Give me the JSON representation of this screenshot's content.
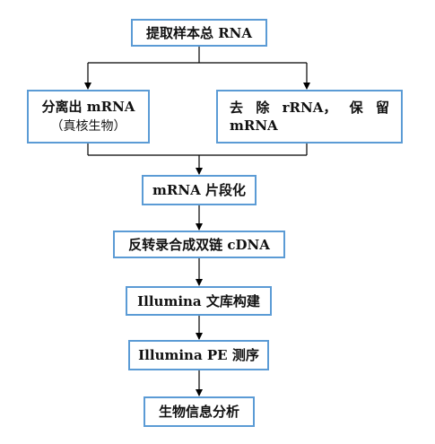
{
  "diagram": {
    "step_total_rna": "提取样本总 RNA",
    "left_branch": {
      "main": "分离出 mRNA",
      "sub": "（真核生物）"
    },
    "right_branch": {
      "part1": "去",
      "part2": "除",
      "part3": "rRNA，",
      "part4": "保",
      "part5": "留",
      "part6": "mRNA"
    },
    "step_fragment": "mRNA 片段化",
    "step_cdna": "反转录合成双链 cDNA",
    "step_library": "Illumina 文库构建",
    "step_sequencing": "Illumina PE 测序",
    "step_analysis": "生物信息分析"
  },
  "colors": {
    "box_border": "#5b9bd5",
    "connector": "#000000",
    "text": "#111111"
  }
}
